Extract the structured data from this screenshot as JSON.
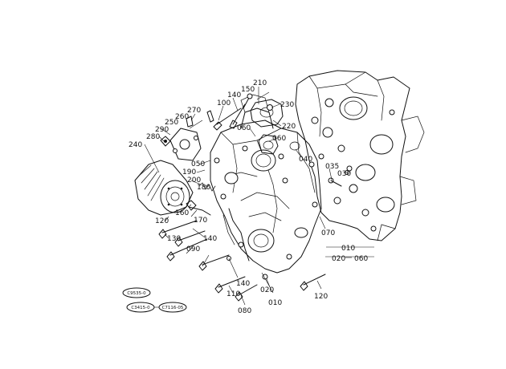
{
  "labels": {
    "p010a": "010",
    "p020a": "020",
    "p060a": "060",
    "p010b": "010",
    "p020b": "020",
    "p030": "030",
    "p035": "035",
    "p040": "040",
    "p050": "050",
    "p060b": "060",
    "p060c": "060",
    "p070": "070",
    "p080": "080",
    "p090": "090",
    "p100": "100",
    "p110": "110",
    "p120a": "120",
    "p120b": "120",
    "p130": "130",
    "p140a": "140",
    "p140b": "140",
    "p140c": "140",
    "p150": "150",
    "p160": "160",
    "p170": "170",
    "p180": "180",
    "p190": "190",
    "p200": "200",
    "p210": "210",
    "p220": "220",
    "p230": "230",
    "p240": "240",
    "p250": "250",
    "p260": "260",
    "p270": "270",
    "p280": "280",
    "p290": "290"
  },
  "ref_codes": {
    "code1": "C9535-0",
    "code2": "C3415-0",
    "code3": "C7116-05"
  }
}
